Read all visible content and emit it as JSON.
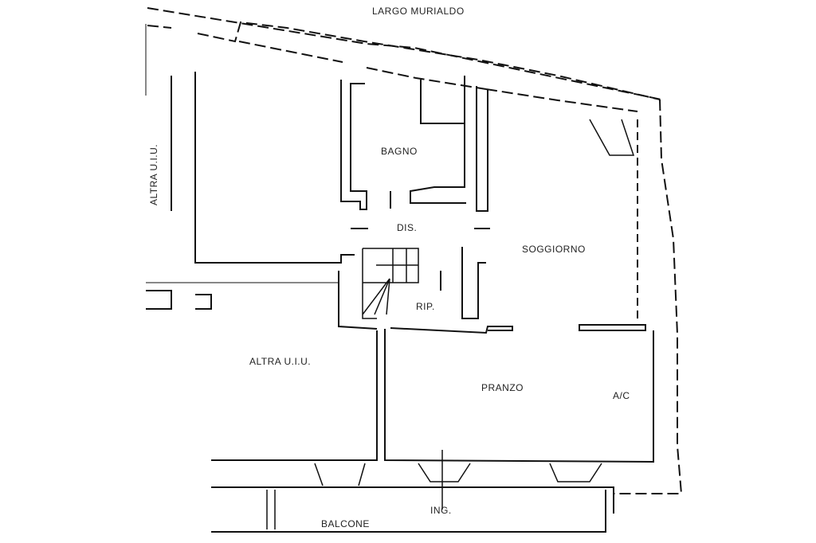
{
  "plan": {
    "street": "LARGO MURIALDO",
    "rooms": {
      "altra_uiu_left": "ALTRA U.I.U.",
      "bagno": "BAGNO",
      "disimpegno": "DIS.",
      "soggiorno": "SOGGIORNO",
      "ripostiglio": "RIP.",
      "altra_uiu_bottom": "ALTRA U.I.U.",
      "pranzo": "PRANZO",
      "angolo_cottura": "A/C",
      "ingresso": "ING.",
      "balcone": "BALCONE"
    },
    "line_color": "#111111"
  }
}
